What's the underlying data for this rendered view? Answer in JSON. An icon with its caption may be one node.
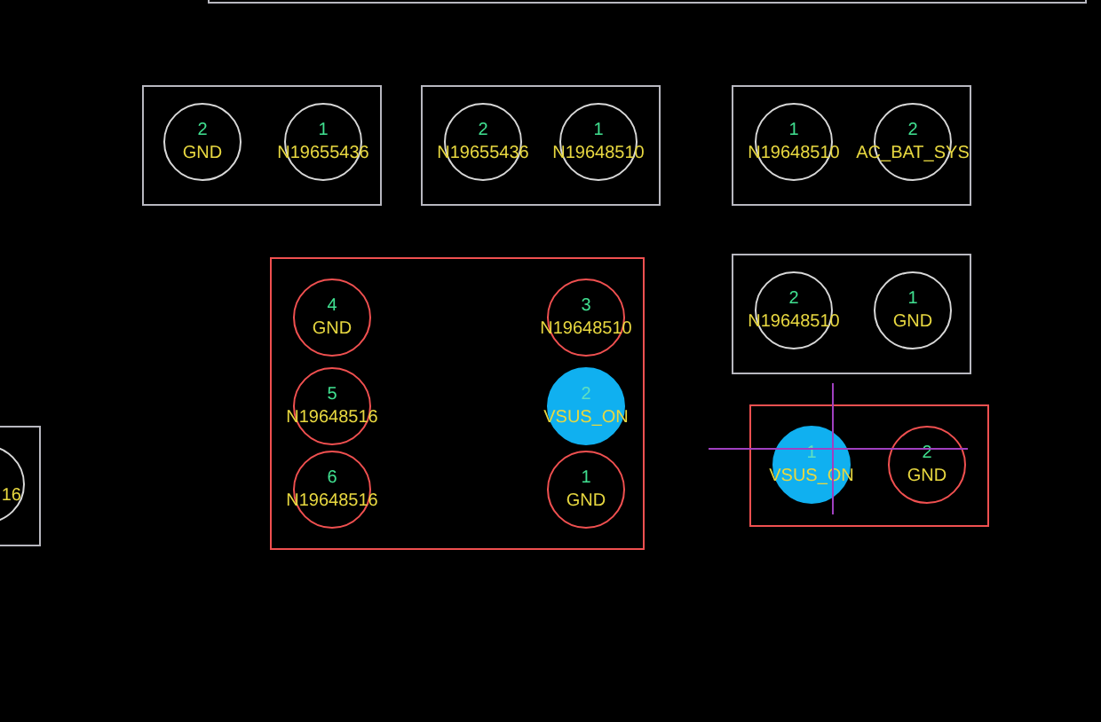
{
  "diagram": {
    "nodes": [
      {
        "text": [],
        "shape": "box"
      },
      {
        "text": [],
        "shape": "box"
      },
      {
        "text": [
          "2",
          "GND"
        ],
        "in": 1
      },
      {
        "text": [
          "1",
          "N19655436"
        ],
        "in": 1
      },
      {
        "text": [],
        "shape": "box"
      },
      {
        "text": [
          "2",
          "N19655436"
        ],
        "in": 4
      },
      {
        "text": [
          "1",
          "N19648510"
        ],
        "in": 4
      },
      {
        "text": [],
        "shape": "box"
      },
      {
        "text": [
          "1",
          "N19648510"
        ],
        "in": 7
      },
      {
        "text": [
          "2",
          "AC_BAT_SYS"
        ],
        "in": 7
      },
      {
        "text": [],
        "shape": "box"
      },
      {
        "text": [
          "2",
          "N19648510"
        ],
        "in": 10
      },
      {
        "text": [
          "1",
          "GND"
        ],
        "in": 10
      },
      {
        "text": [],
        "shape": "box"
      },
      {
        "text": [
          "4",
          "GND"
        ],
        "in": 13
      },
      {
        "text": [
          "3",
          "N19648510"
        ],
        "in": 13
      },
      {
        "text": [
          "5",
          "N19648516"
        ],
        "in": 13
      },
      {
        "text": [
          "2",
          "VSUS_ON"
        ],
        "in": 13
      },
      {
        "text": [
          "6",
          "N19648516"
        ],
        "in": 13
      },
      {
        "text": [
          "1",
          "GND"
        ],
        "in": 13
      },
      {
        "text": [],
        "shape": "box"
      },
      {
        "text": [
          "1",
          "VSUS_ON"
        ],
        "in": 20
      },
      {
        "text": [
          "2",
          "GND"
        ],
        "in": 20
      },
      {
        "text": [],
        "shape": "box"
      },
      {
        "text": [
          "16"
        ],
        "in": 23
      }
    ]
  }
}
